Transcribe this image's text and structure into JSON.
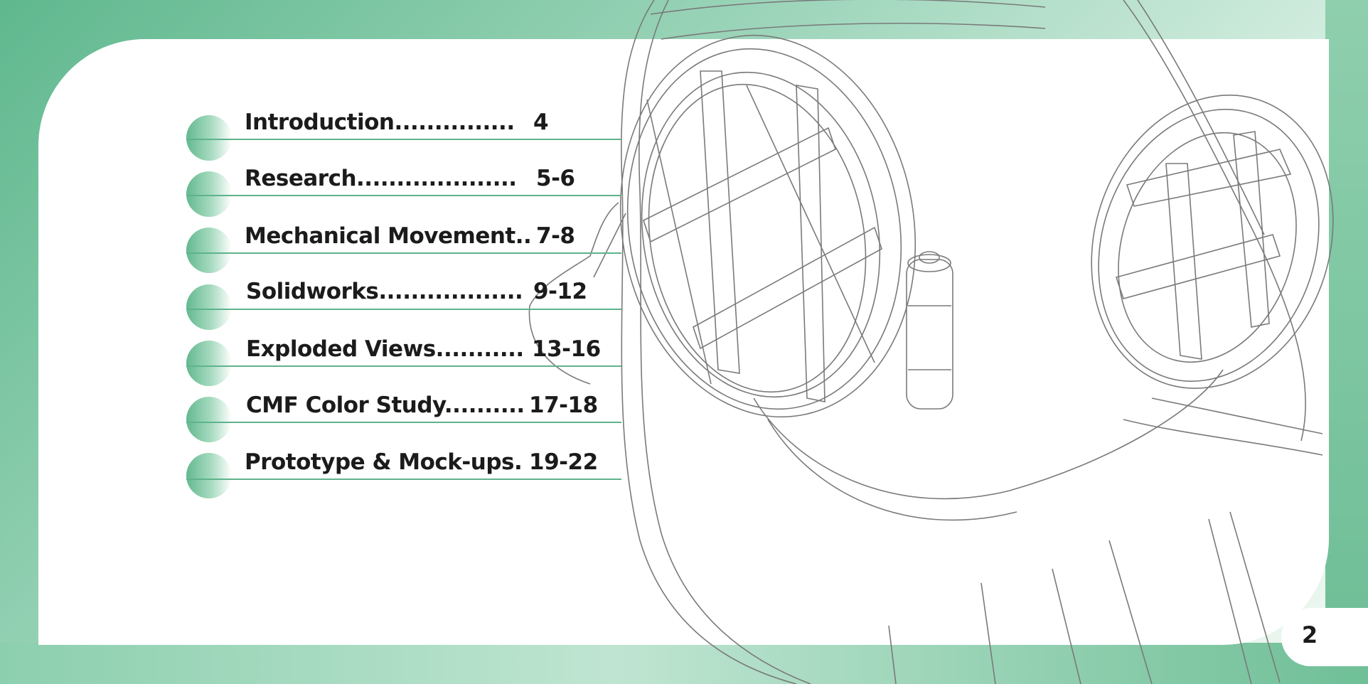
{
  "toc": [
    {
      "label": "Introduction...............",
      "page": "4"
    },
    {
      "label": "Research....................",
      "page": "5-6"
    },
    {
      "label": "Mechanical Movement..",
      "page": "7-8"
    },
    {
      "label": "Solidworks..................",
      "page": "9-12"
    },
    {
      "label": "Exploded Views...........",
      "page": "13-16"
    },
    {
      "label": "CMF Color Study..........",
      "page": "17-18"
    },
    {
      "label": "Prototype & Mock-ups.",
      "page": "19-22"
    }
  ],
  "page_number": "2",
  "colors": {
    "accent": "#5fb38c",
    "text": "#1b1b1b",
    "line_art": "#7a7a7a"
  }
}
